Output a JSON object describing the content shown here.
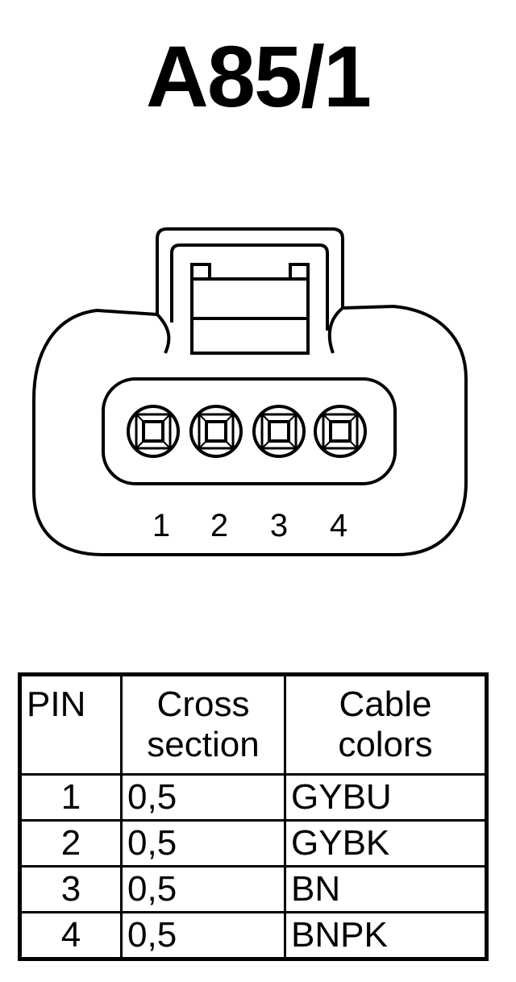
{
  "title": "A85/1",
  "connector": {
    "pin_labels": [
      "1",
      "2",
      "3",
      "4"
    ]
  },
  "table": {
    "headers": {
      "pin": "PIN",
      "cross_section": [
        "Cross",
        "section"
      ],
      "cable_colors": [
        "Cable",
        "colors"
      ]
    },
    "rows": [
      {
        "pin": "1",
        "cross_section": "0,5",
        "cable_color": "GYBU"
      },
      {
        "pin": "2",
        "cross_section": "0,5",
        "cable_color": "GYBK"
      },
      {
        "pin": "3",
        "cross_section": "0,5",
        "cable_color": "BN"
      },
      {
        "pin": "4",
        "cross_section": "0,5",
        "cable_color": "BNPK"
      }
    ]
  }
}
